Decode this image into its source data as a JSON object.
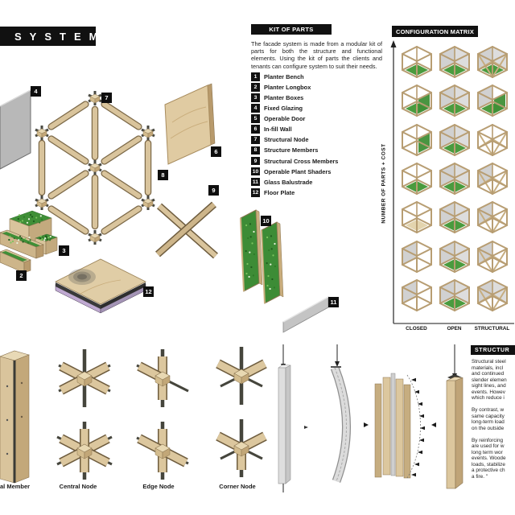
{
  "header": {
    "title": "SYSTEM"
  },
  "kit_of_parts": {
    "title": "KIT OF PARTS",
    "intro": "The facade system is made from a modular kit of parts for both the structure and functional elements. Using the kit of parts the clients and tenants can configure system to suit their needs.",
    "items": [
      {
        "num": "1",
        "label": "Planter Bench"
      },
      {
        "num": "2",
        "label": "Planter Longbox"
      },
      {
        "num": "3",
        "label": "Planter Boxes"
      },
      {
        "num": "4",
        "label": "Fixed Glazing"
      },
      {
        "num": "5",
        "label": "Operable Door"
      },
      {
        "num": "6",
        "label": "In-fill Wall"
      },
      {
        "num": "7",
        "label": "Structural Node"
      },
      {
        "num": "8",
        "label": "Structure Members"
      },
      {
        "num": "9",
        "label": "Structural Cross Members"
      },
      {
        "num": "10",
        "label": "Operable Plant Shaders"
      },
      {
        "num": "11",
        "label": "Glass Balustrade"
      },
      {
        "num": "12",
        "label": "Floor Plate"
      }
    ]
  },
  "diagram": {
    "callouts": {
      "c2": "2",
      "c3": "3",
      "c4": "4",
      "c6": "6",
      "c7": "7",
      "c8": "8",
      "c9": "9",
      "c10": "10",
      "c11": "11",
      "c12": "12"
    }
  },
  "configuration_matrix": {
    "title": "CONFIGURATION MATRIX",
    "y_axis_label": "NUMBER OF PARTS + COST",
    "x_axis_labels": [
      "CLOSED",
      "OPEN",
      "STRUCTURAL"
    ],
    "cells": [
      "fg",
      "bl br fg",
      "bl br fg bx",
      "gw fg",
      "bl br fg",
      "bl gw fg",
      "gw",
      "bl br fg",
      "bx",
      "fg",
      "bl br fg",
      "bl bx",
      "pf",
      "bl br fg",
      "bl bx",
      "bl",
      "bl br fg",
      "bl bx",
      "bl",
      "bl br fg",
      "bl br bx"
    ]
  },
  "nodes_section": {
    "labels": [
      "al Member",
      "Central Node",
      "Edge Node",
      "Corner Node"
    ]
  },
  "structure_text": {
    "title": "STRUCTUR",
    "lines": [
      "Structural steel",
      "materials, incl",
      "and continued",
      "slender elemen",
      "sight lines, and",
      "events. Howev",
      "which reduce i",
      "",
      "By contrast, w",
      "same capacity",
      "long-term load",
      "on the outside",
      "",
      "By reinforcing",
      "are used for w",
      "long term wor",
      "events. Woode",
      "loads, stabilize",
      "a protective ch",
      "a fire. \""
    ]
  },
  "colors": {
    "wood": "#d9c49c",
    "wood_dark": "#b89a6c",
    "green": "#3f8f37",
    "glass": "#bdbdbd",
    "bar": "#111111",
    "steel": "#45453c"
  }
}
